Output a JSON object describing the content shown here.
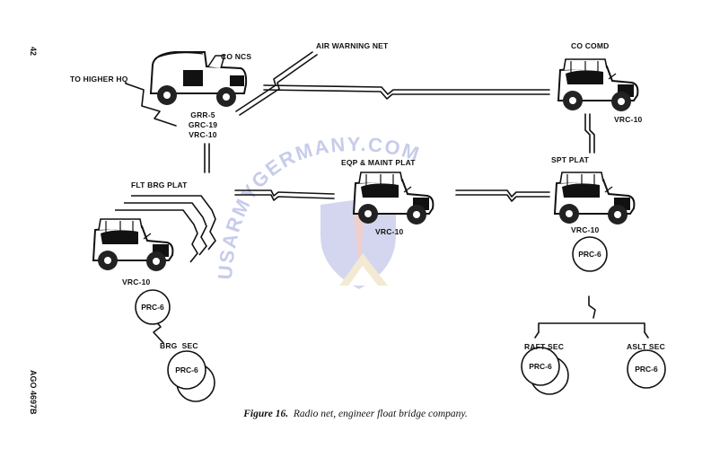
{
  "page": {
    "page_number": "42",
    "side_code": "AGO 4697B",
    "caption_figure": "Figure 16.",
    "caption_text": "Radio net, engineer float bridge company.",
    "watermark": "USARMYGERMANY.COM"
  },
  "nodes": {
    "co_ncs": {
      "label": "CO NCS",
      "radios": [
        "GRR-5",
        "GRC-19",
        "VRC-10"
      ]
    },
    "higher_hq": {
      "label": "TO HIGHER HQ"
    },
    "air_warning": {
      "label": "AIR WARNING NET"
    },
    "co_comd": {
      "label": "CO COMD",
      "radio": "VRC-10"
    },
    "flt_brg_plat": {
      "label": "FLT BRG PLAT",
      "radio": "VRC-10",
      "handset": "PRC-6"
    },
    "eqp_maint_plat": {
      "label": "EQP & MAINT PLAT",
      "radio": "VRC-10"
    },
    "spt_plat": {
      "label": "SPT PLAT",
      "radio": "VRC-10",
      "handset": "PRC-6"
    },
    "brg_sec": {
      "label": "BRG  SEC",
      "handset": "PRC-6"
    },
    "raft_sec": {
      "label": "RAFT SEC",
      "handset": "PRC-6"
    },
    "aslt_sec": {
      "label": "ASLT SEC",
      "handset": "PRC-6"
    }
  },
  "colors": {
    "ink": "#111111",
    "watermark_blue": "#3b4bb5",
    "watermark_red": "#b5282a",
    "watermark_gold": "#c9a23a"
  }
}
